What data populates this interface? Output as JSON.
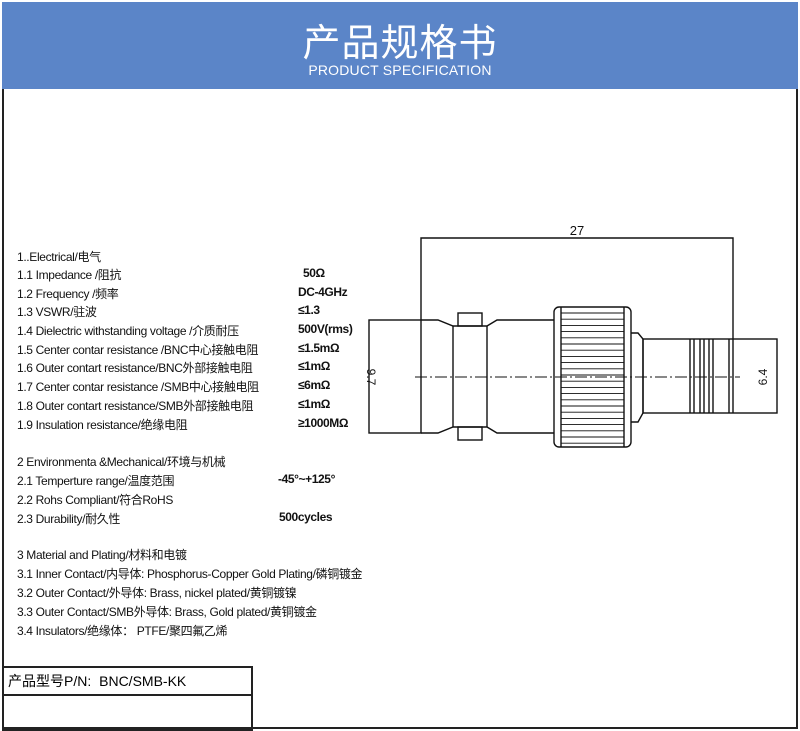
{
  "header": {
    "title_cn": "产品规格书",
    "title_en": "PRODUCT SPECIFICATION"
  },
  "electrical": {
    "heading": "1..Electrical/电气",
    "items": [
      {
        "label": "1.1 Impedance  /阻抗",
        "value": "50Ω"
      },
      {
        "label": "1.2 Frequency /频率",
        "value": "DC-4GHz"
      },
      {
        "label": "1.3 VSWR/驻波",
        "value": "≤1.3"
      },
      {
        "label": "1.4 Dielectric withstanding voltage /介质耐压",
        "value": "500V(rms)"
      },
      {
        "label": "1.5 Center contar resistance /BNC中心接触电阻",
        "value": "≤1.5mΩ"
      },
      {
        "label": "1.6 Outer contart resistance/BNC外部接触电阻",
        "value": "≤1mΩ"
      },
      {
        "label": "1.7 Center contar resistance /SMB中心接触电阻",
        "value": "≤6mΩ"
      },
      {
        "label": "1.8 Outer contart resistance/SMB外部接触电阻",
        "value": "≤1mΩ"
      },
      {
        "label": "1.9 Insulation  resistance/绝缘电阻",
        "value": "≥1000MΩ"
      }
    ]
  },
  "environmental": {
    "heading": "2 Environmenta &Mechanical/环境与机械",
    "items": [
      {
        "label": "2.1 Temperture range/温度范围",
        "value": "-45°~+125°"
      },
      {
        "label": "2.2 Rohs Compliant/符合RoHS",
        "value": ""
      },
      {
        "label": "2.3 Durability/耐久性",
        "value": "500cycles"
      }
    ]
  },
  "material": {
    "heading": "3 Material and Plating/材料和电镀",
    "items": [
      "3.1 Inner Contact/内导体:  Phosphorus-Copper Gold Plating/磷铜镀金",
      "3.2 Outer Contact/外导体: Brass, nickel plated/黄铜镀镍",
      "3.3 Outer Contact/SMB外导体: Brass, Gold plated/黄铜镀金",
      "3.4 Insulators/绝缘体：  PTFE/聚四氟乙烯"
    ]
  },
  "drawing": {
    "length": "27",
    "diameter_left": "9.7",
    "diameter_right": "6.4"
  },
  "part_number": {
    "label": "产品型号P/N:",
    "value": "BNC/SMB-KK"
  }
}
